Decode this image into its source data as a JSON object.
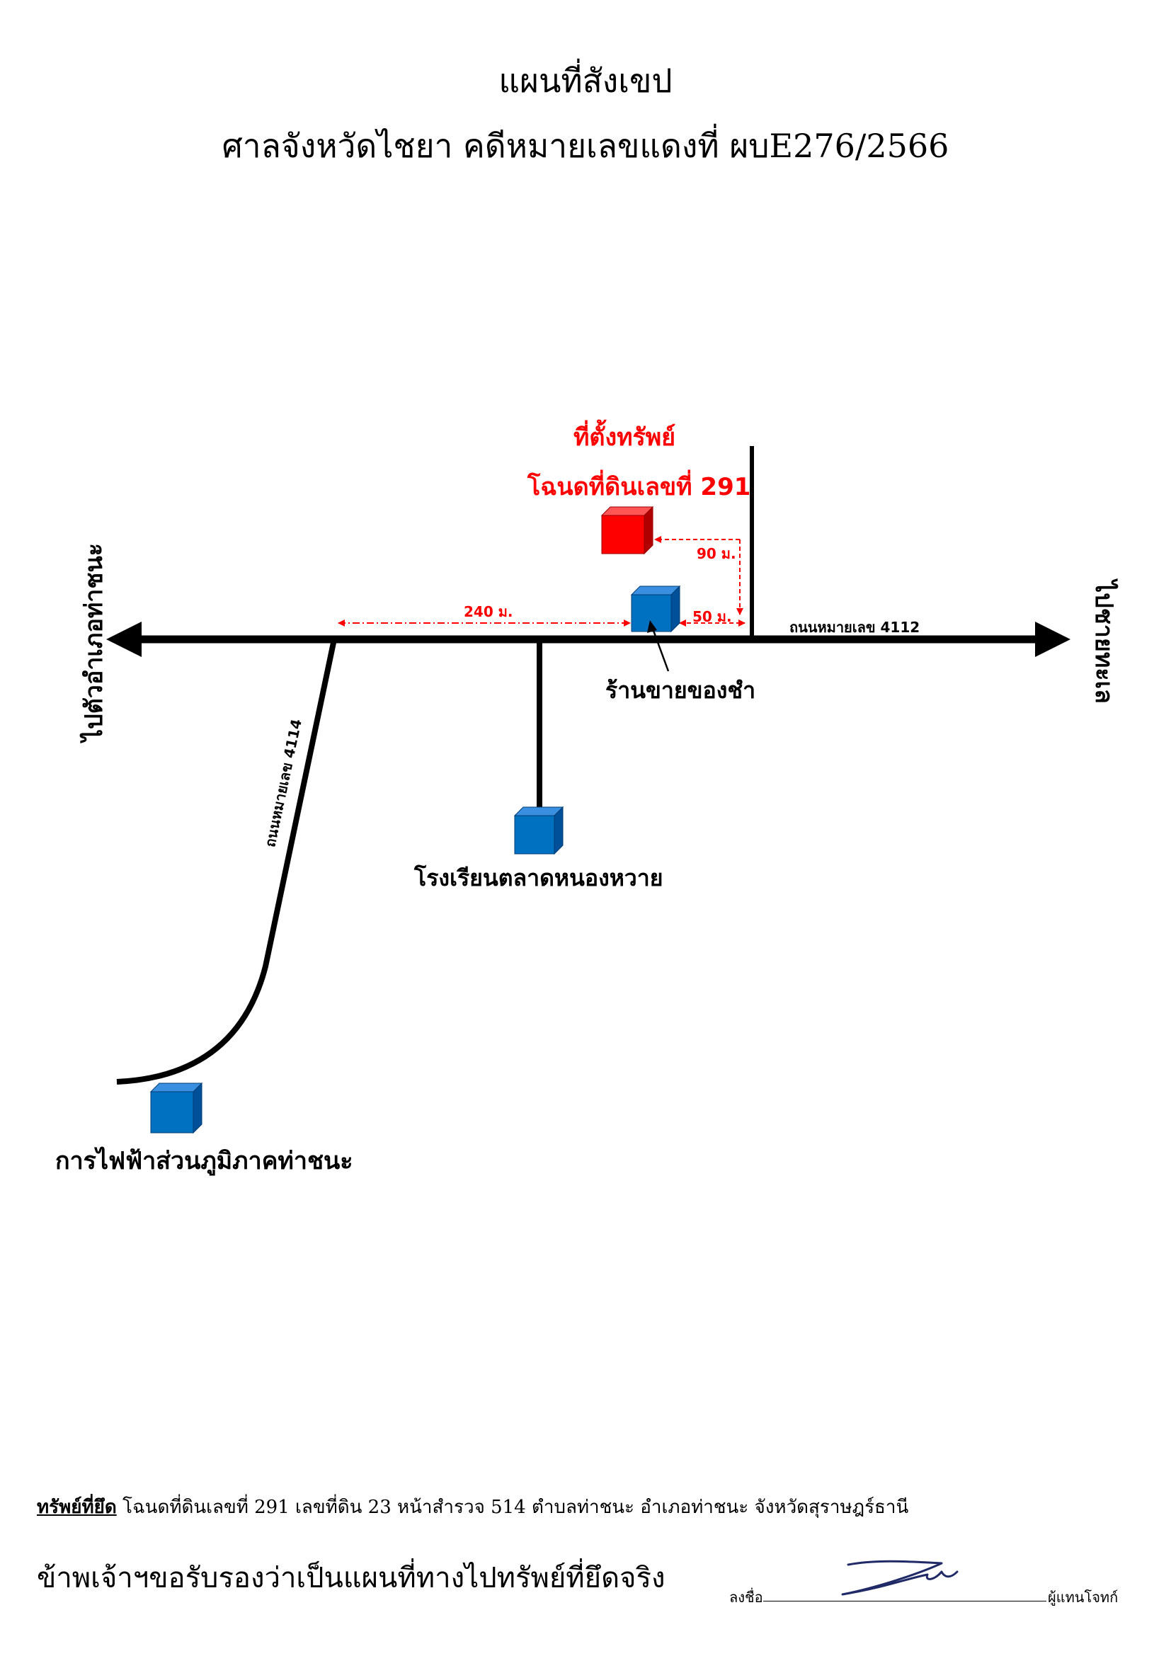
{
  "header": {
    "title": "แผนที่สังเขป",
    "subtitle": "ศาลจังหวัดไชยา คดีหมายเลขแดงที่ ผบE276/2566"
  },
  "map": {
    "property_label_1": "ที่ตั้งทรัพย์",
    "property_label_2": "โฉนดที่ดินเลขที่ 291",
    "direction_left": "ไปตัวอำเภอท่าชนะ",
    "direction_right": "ไปชายทะเล",
    "road_4112": "ถนนหมายเลข 4112",
    "road_4114": "ถนนหมายเลข 4114",
    "dist_240": "240 ม.",
    "dist_50": "50 ม.",
    "dist_90": "90 ม.",
    "landmark_shop": "ร้านขายของชำ",
    "landmark_school": "โรงเรียนตลาดหนองหวาย",
    "landmark_electric": "การไฟฟ้าส่วนภูมิภาคท่าชนะ",
    "colors": {
      "property": "#ff0000",
      "landmark": "#0070c0",
      "road": "#000000"
    }
  },
  "footer": {
    "seized_label": "ทรัพย์ที่ยึด",
    "seized_text": "โฉนดที่ดินเลขที่ 291 เลขที่ดิน 23 หน้าสำรวจ 514 ตำบลท่าชนะ อำเภอท่าชนะ จังหวัดสุราษฎร์ธานี",
    "certify_text": "ข้าพเจ้าฯขอรับรองว่าเป็นแผนที่ทางไปทรัพย์ที่ยึดจริง",
    "sign_label": "ลงชื่อ",
    "representative": "ผู้แทนโจทก์"
  }
}
